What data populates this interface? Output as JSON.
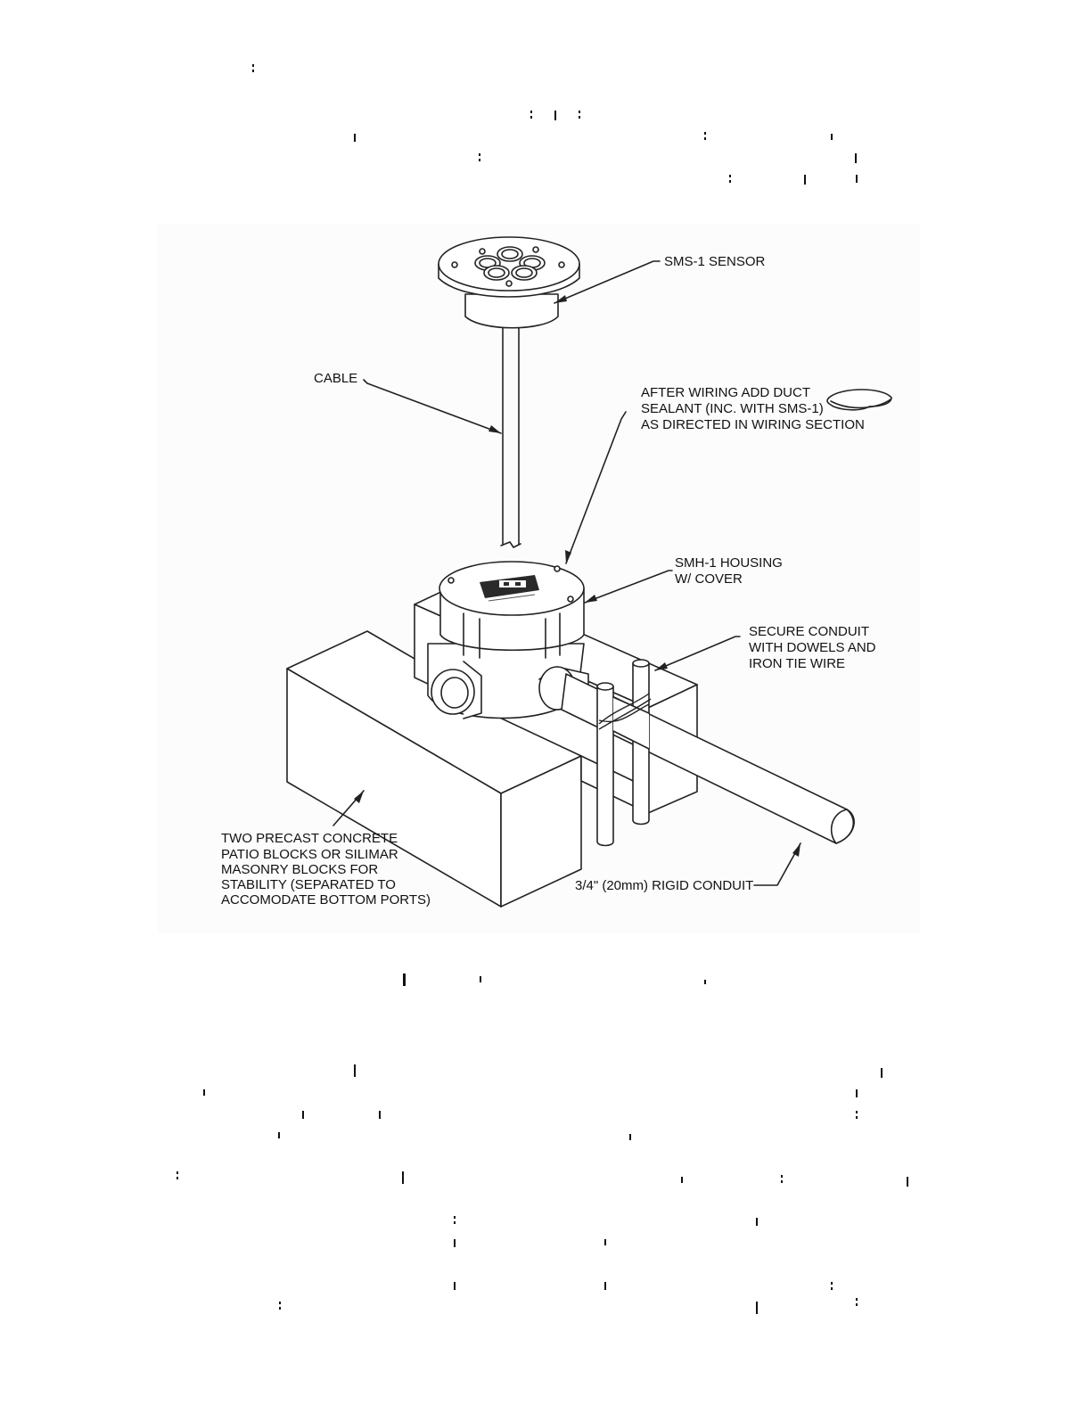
{
  "diagram": {
    "labels": {
      "sensor": "SMS-1 SENSOR",
      "cable": "CABLE",
      "sealant_line1": "AFTER WIRING ADD DUCT",
      "sealant_line2": "SEALANT (INC. WITH SMS-1)",
      "sealant_line3": "AS DIRECTED IN WIRING SECTION",
      "housing_line1": "SMH-1 HOUSING",
      "housing_line2": "W/ COVER",
      "secure_line1": "SECURE CONDUIT",
      "secure_line2": "WITH DOWELS AND",
      "secure_line3": "IRON TIE WIRE",
      "blocks_line1": "TWO PRECAST CONCRETE",
      "blocks_line2": "PATIO BLOCKS OR SILIMAR",
      "blocks_line3": "MASONRY BLOCKS FOR",
      "blocks_line4": "STABILITY (SEPARATED TO",
      "blocks_line5": "ACCOMODATE BOTTOM PORTS)",
      "conduit": "3/4\" (20mm) RIGID CONDUIT"
    },
    "line_color": "#222222",
    "text_color": "#111111"
  }
}
